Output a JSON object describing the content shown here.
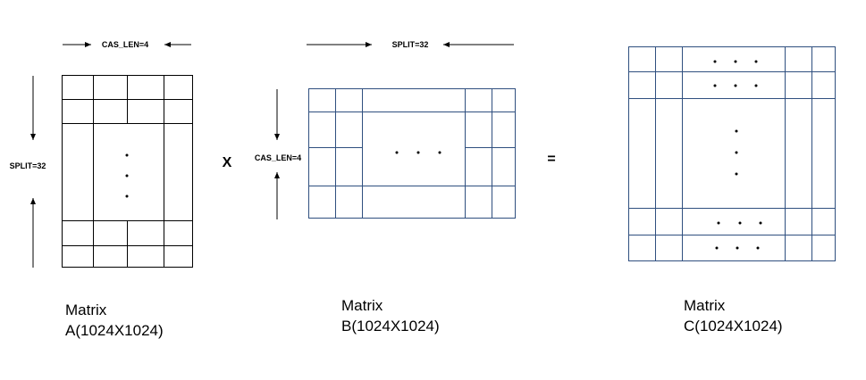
{
  "labels": {
    "a_cas_len": "CAS_LEN=4",
    "a_split": "SPLIT=32",
    "b_split": "SPLIT=32",
    "b_cas_len": "CAS_LEN=4",
    "multiply": "X",
    "equals": "="
  },
  "captions": {
    "a_line1": "Matrix",
    "a_line2": "A(1024X1024)",
    "b_line1": "Matrix",
    "b_line2": "B(1024X1024)",
    "c_line1": "Matrix",
    "c_line2": "C(1024X1024)"
  },
  "colors": {
    "matrix_a_line": "#000000",
    "matrix_b_line": "#2f4f7f",
    "matrix_c_line": "#2f4f7f",
    "arrow": "#000000"
  }
}
